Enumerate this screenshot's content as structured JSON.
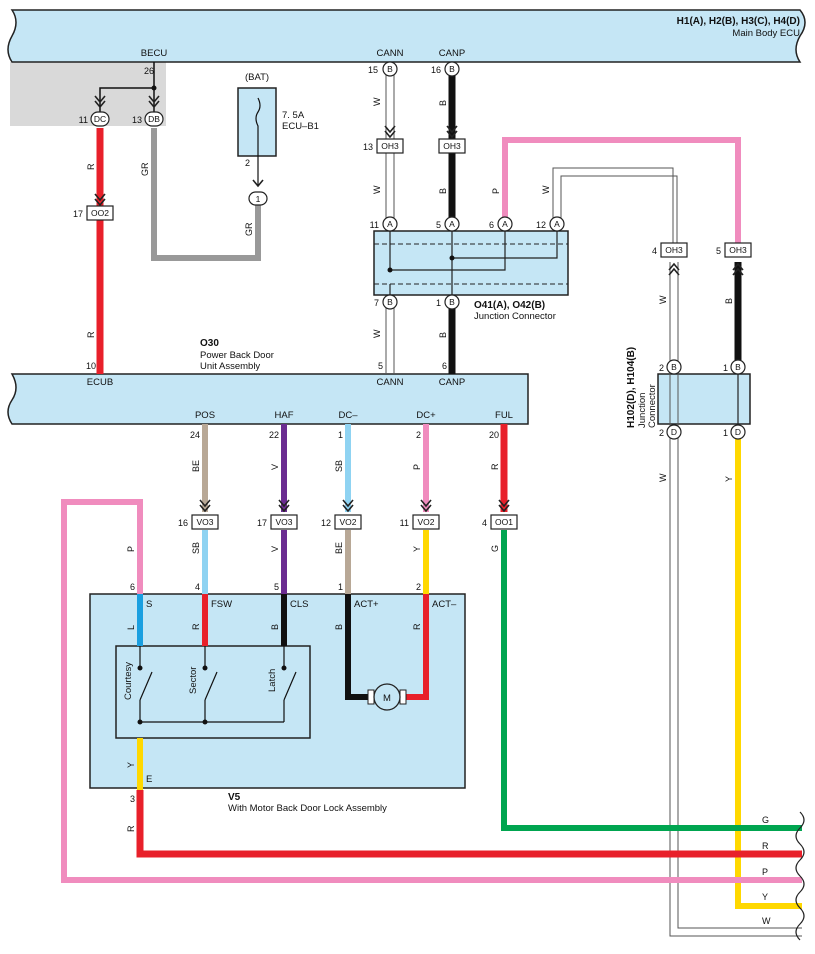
{
  "components": {
    "main_body_ecu": {
      "id": "H1(A), H2(B), H3(C), H4(D)",
      "name": "Main Body ECU"
    },
    "power_back_door": {
      "id": "O30",
      "name_line1": "Power Back Door",
      "name_line2": "Unit Assembly"
    },
    "junction_o41": {
      "id": "O41(A), O42(B)",
      "name": "Junction Connector"
    },
    "junction_h102": {
      "id": "H102(D), H104(B)",
      "name_line1": "Junction",
      "name_line2": "Connector"
    },
    "lock_assembly": {
      "id": "V5",
      "name": "With Motor Back Door Lock Assembly"
    },
    "fuse": {
      "source": "(BAT)",
      "rating": "7. 5A",
      "name": "ECU–B1"
    }
  },
  "signals": {
    "becu": "BECU",
    "cann": "CANN",
    "canp": "CANP",
    "ecub": "ECUB",
    "pos": "POS",
    "haf": "HAF",
    "dcm": "DC–",
    "dcp": "DC+",
    "ful": "FUL",
    "s": "S",
    "fsw": "FSW",
    "cls": "CLS",
    "actp": "ACT+",
    "actm": "ACT–",
    "e": "E",
    "courtesy": "Courtesy",
    "sector": "Sector",
    "latch": "Latch",
    "motor": "M"
  },
  "pins": {
    "p26": "26",
    "p15": "15",
    "p16": "16",
    "p11": "11",
    "p13": "13",
    "p2": "2",
    "p17": "17",
    "p5": "5",
    "p6": "6",
    "p12": "12",
    "p7": "7",
    "p1": "1",
    "p4": "4",
    "p10": "10",
    "p24": "24",
    "p22": "22",
    "p20": "20",
    "p3": "3"
  },
  "connectors": {
    "dc": "DC",
    "db": "DB",
    "b": "B",
    "a": "A",
    "d": "D",
    "one": "1",
    "oh3": "OH3",
    "oo2": "OO2",
    "oo1": "OO1",
    "vo3": "VO3",
    "vo2": "VO2"
  },
  "wire_labels": {
    "R": "R",
    "GR": "GR",
    "W": "W",
    "B": "B",
    "P": "P",
    "BE": "BE",
    "V": "V",
    "SB": "SB",
    "G": "G",
    "Y": "Y",
    "L": "L"
  },
  "colors": {
    "R": "#e8202a",
    "GR": "#999999",
    "W": "#ffffff",
    "B": "#111111",
    "P": "#f08cbe",
    "BE": "#b8a896",
    "V": "#6b2c91",
    "SB": "#8fd3f2",
    "G": "#00a550",
    "Y": "#ffd800",
    "L": "#1a9fe0",
    "component_fill": "#c5e6f5"
  }
}
